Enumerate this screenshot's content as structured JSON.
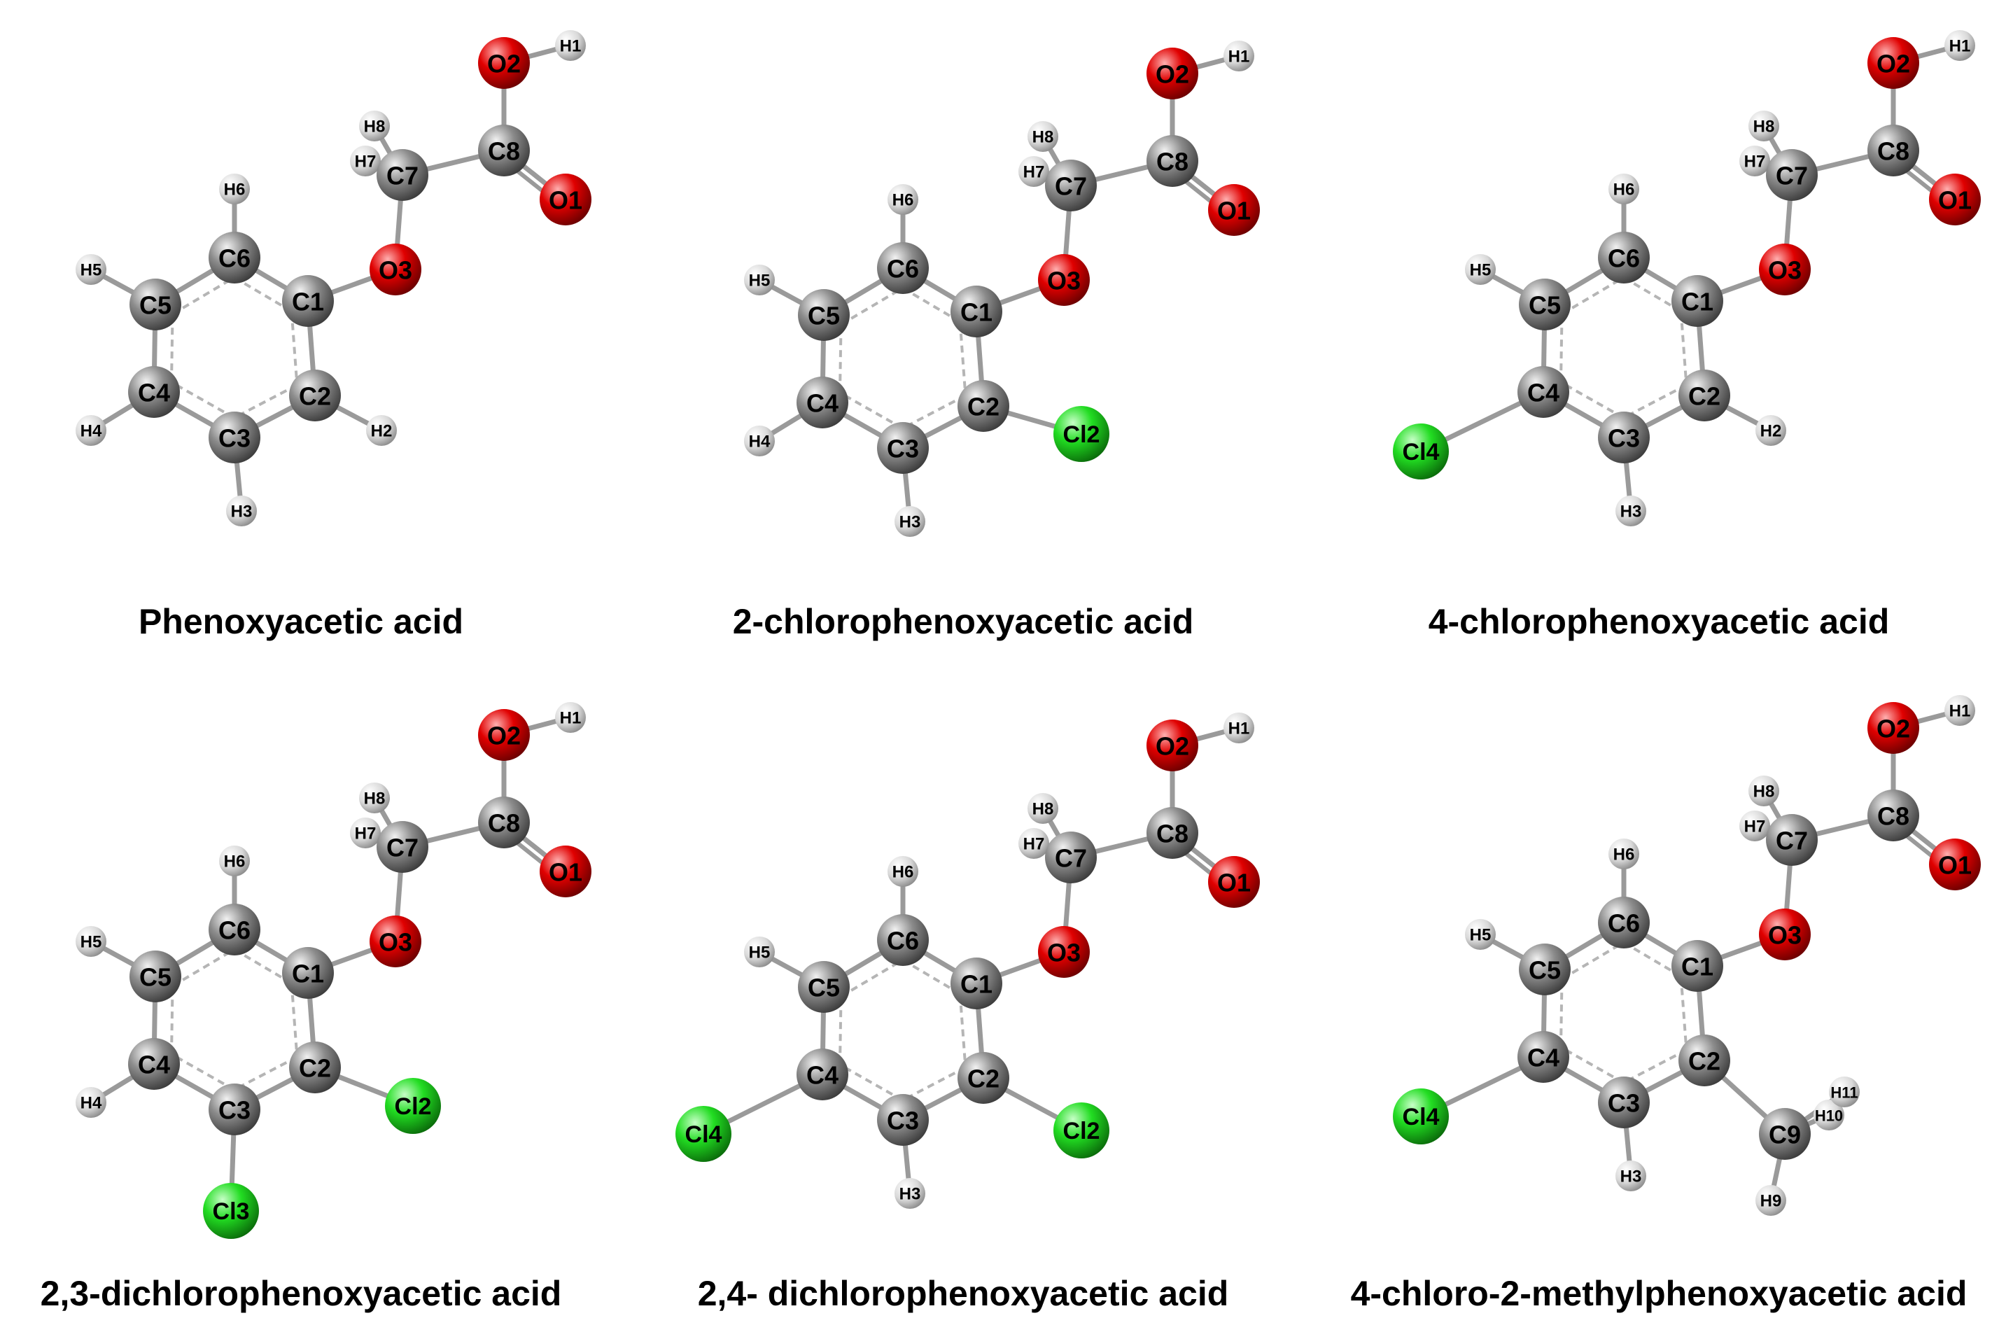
{
  "colors": {
    "carbon": "#8c8c8c",
    "oxygen": "#e00000",
    "hydrogen": "#d9d9d9",
    "chlorine": "#22dd22",
    "bond": "#9a9a9a",
    "background": "#ffffff"
  },
  "molecules": [
    {
      "name": "Phenoxyacetic acid",
      "atoms": [
        "C1",
        "C2",
        "C3",
        "C4",
        "C5",
        "C6",
        "C7",
        "C8",
        "O1",
        "O2",
        "O3",
        "H1",
        "H2",
        "H3",
        "H4",
        "H5",
        "H6",
        "H7",
        "H8"
      ]
    },
    {
      "name": "2-chlorophenoxyacetic acid",
      "atoms": [
        "C1",
        "C2",
        "C3",
        "C4",
        "C5",
        "C6",
        "C7",
        "C8",
        "O1",
        "O2",
        "O3",
        "H1",
        "Cl2",
        "H3",
        "H4",
        "H5",
        "H6",
        "H7",
        "H8"
      ]
    },
    {
      "name": "4-chlorophenoxyacetic acid",
      "atoms": [
        "C1",
        "C2",
        "C3",
        "C4",
        "C5",
        "C6",
        "C7",
        "C8",
        "O1",
        "O2",
        "O3",
        "H1",
        "H2",
        "H3",
        "Cl4",
        "H5",
        "H6",
        "H7",
        "H8"
      ]
    },
    {
      "name": "2,3-dichlorophenoxyacetic acid",
      "atoms": [
        "C1",
        "C2",
        "C3",
        "C4",
        "C5",
        "C6",
        "C7",
        "C8",
        "O1",
        "O2",
        "O3",
        "H1",
        "Cl2",
        "Cl3",
        "H4",
        "H5",
        "H6",
        "H7",
        "H8"
      ]
    },
    {
      "name": "2,4- dichlorophenoxyacetic acid",
      "atoms": [
        "C1",
        "C2",
        "C3",
        "C4",
        "C5",
        "C6",
        "C7",
        "C8",
        "O1",
        "O2",
        "O3",
        "H1",
        "Cl2",
        "H3",
        "Cl4",
        "H5",
        "H6",
        "H7",
        "H8"
      ]
    },
    {
      "name": "4-chloro-2-methylphenoxyacetic acid",
      "atoms": [
        "C1",
        "C2",
        "C3",
        "C4",
        "C5",
        "C6",
        "C7",
        "C8",
        "O1",
        "O2",
        "O3",
        "H1",
        "C9",
        "H3",
        "Cl4",
        "H5",
        "H6",
        "H7",
        "H8",
        "H9",
        "H10",
        "H11"
      ]
    }
  ]
}
